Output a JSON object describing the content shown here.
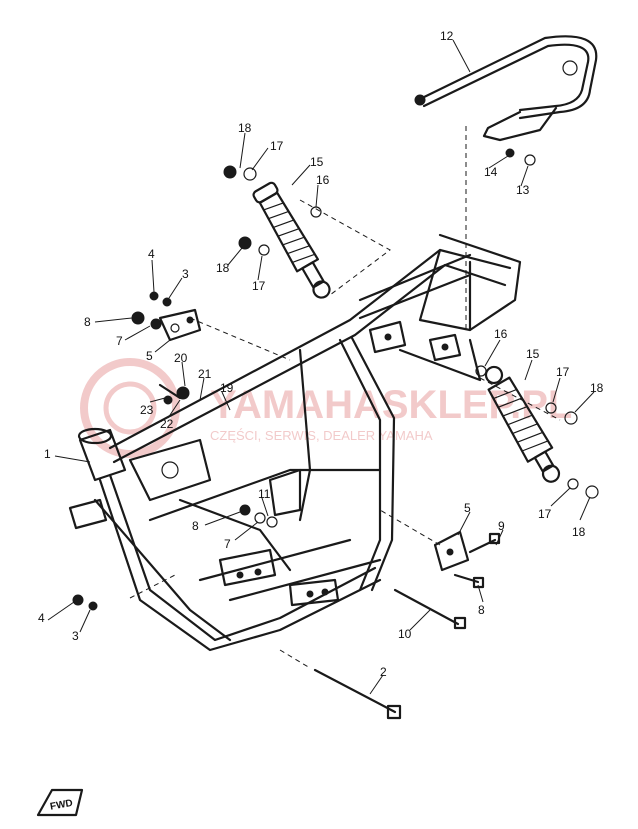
{
  "watermark": {
    "line1": "YAMAHASKLEP.PL",
    "line2": "CZĘŚCI, SERWIS, DEALER YAMAHA",
    "color": "#e8a0a0"
  },
  "fwd_label": "FWD",
  "callouts": [
    {
      "id": "c12",
      "text": "12"
    },
    {
      "id": "c18a",
      "text": "18"
    },
    {
      "id": "c17a",
      "text": "17"
    },
    {
      "id": "c15a",
      "text": "15"
    },
    {
      "id": "c16a",
      "text": "16"
    },
    {
      "id": "c14",
      "text": "14"
    },
    {
      "id": "c13",
      "text": "13"
    },
    {
      "id": "c4a",
      "text": "4"
    },
    {
      "id": "c3a",
      "text": "3"
    },
    {
      "id": "c18b",
      "text": "18"
    },
    {
      "id": "c17b",
      "text": "17"
    },
    {
      "id": "c8a",
      "text": "8"
    },
    {
      "id": "c7a",
      "text": "7"
    },
    {
      "id": "c5a",
      "text": "5"
    },
    {
      "id": "c20",
      "text": "20"
    },
    {
      "id": "c21",
      "text": "21"
    },
    {
      "id": "c19",
      "text": "19"
    },
    {
      "id": "c23",
      "text": "23"
    },
    {
      "id": "c22",
      "text": "22"
    },
    {
      "id": "c1",
      "text": "1"
    },
    {
      "id": "c16b",
      "text": "16"
    },
    {
      "id": "c15b",
      "text": "15"
    },
    {
      "id": "c17c",
      "text": "17"
    },
    {
      "id": "c18c",
      "text": "18"
    },
    {
      "id": "c17d",
      "text": "17"
    },
    {
      "id": "c18d",
      "text": "18"
    },
    {
      "id": "c11",
      "text": "11"
    },
    {
      "id": "c8b",
      "text": "8"
    },
    {
      "id": "c7b",
      "text": "7"
    },
    {
      "id": "c5b",
      "text": "5"
    },
    {
      "id": "c9",
      "text": "9"
    },
    {
      "id": "c8c",
      "text": "8"
    },
    {
      "id": "c10",
      "text": "10"
    },
    {
      "id": "c4b",
      "text": "4"
    },
    {
      "id": "c3b",
      "text": "3"
    },
    {
      "id": "c2",
      "text": "2"
    }
  ]
}
